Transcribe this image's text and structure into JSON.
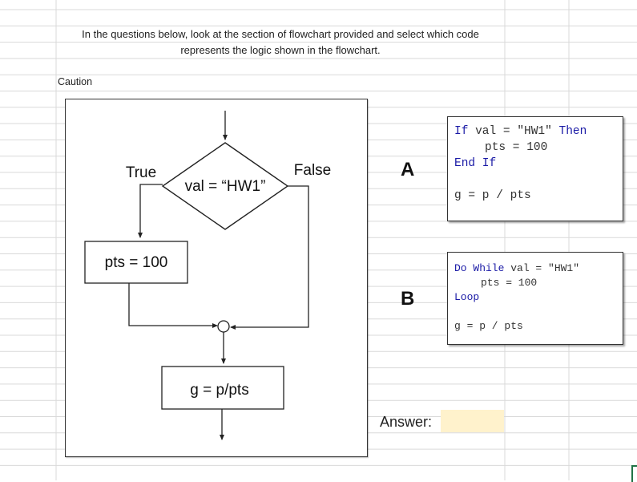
{
  "instructions": {
    "line1": "In the questions below, look at the section of flowchart provided and select which code",
    "line2": "represents the logic shown in the flowchart."
  },
  "caution_label": "Caution",
  "flowchart": {
    "true_label": "True",
    "false_label": "False",
    "condition": "val = “HW1”",
    "assign_box": "pts = 100",
    "calc_box": "g = p/pts"
  },
  "option_a": {
    "letter": "A",
    "l1_kw1": "If",
    "l1_mid": " val = \"HW1\" ",
    "l1_kw2": "Then",
    "l2": "pts = 100",
    "l3": "End If",
    "l4": "g = p / pts"
  },
  "option_b": {
    "letter": "B",
    "l1_kw": "Do While",
    "l1_rest": " val = \"HW1\"",
    "l2": "pts = 100",
    "l3": "Loop",
    "l4": "g = p / pts"
  },
  "answer": {
    "label": "Answer:",
    "value": ""
  },
  "colors": {
    "grid_line": "#d9d9d9",
    "keyword": "#1a1aa6",
    "answer_fill": "#fff2cc",
    "selection": "#217346"
  }
}
